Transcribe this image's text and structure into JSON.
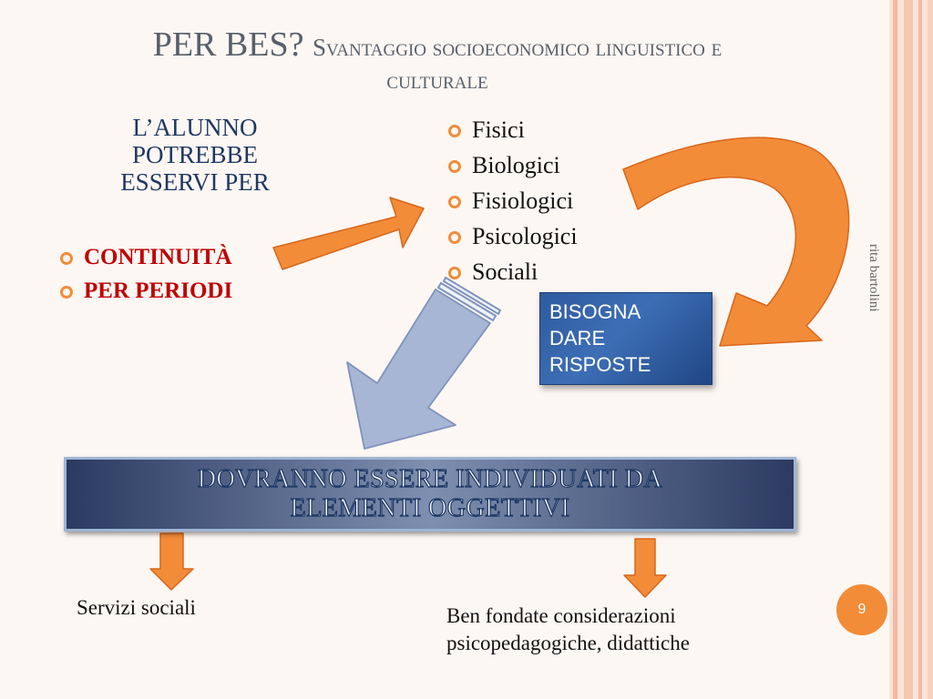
{
  "title": {
    "main": "PER BES?",
    "subtitle_part1": "Svantaggio socioeconomico linguistico e",
    "subtitle_part2": "culturale"
  },
  "intro": {
    "line1": "L’ALUNNO",
    "line2": "POTREBBE",
    "line3": "ESSERVI PER"
  },
  "left_bullets": [
    "CONTINUITÀ",
    "PER PERIODI"
  ],
  "right_bullets": [
    "Fisici",
    "Biologici",
    "Fisiologici",
    "Psicologici",
    "Sociali"
  ],
  "bisogna": {
    "line1": "BISOGNA",
    "line2": "DARE",
    "line3": "RISPOSTE"
  },
  "dovranno": {
    "line1": "DOVRANNO ESSERE INDIVIDUATI DA",
    "line2": "ELEMENTI OGGETTIVI"
  },
  "outputs": {
    "left": "Servizi sociali",
    "right_line1": "Ben fondate considerazioni",
    "right_line2": "psicopedagogiche, didattiche"
  },
  "side_author": "rita bartolini",
  "page_number": "9",
  "colors": {
    "accent_orange": "#f28c38",
    "dark_navy": "#1f3864",
    "red": "#c00000",
    "blue_box": "#3d6eb5",
    "title_gray": "#58606b"
  },
  "icons": [
    "arrow-right",
    "curved-arrow",
    "arrow-down-left",
    "arrow-down"
  ]
}
